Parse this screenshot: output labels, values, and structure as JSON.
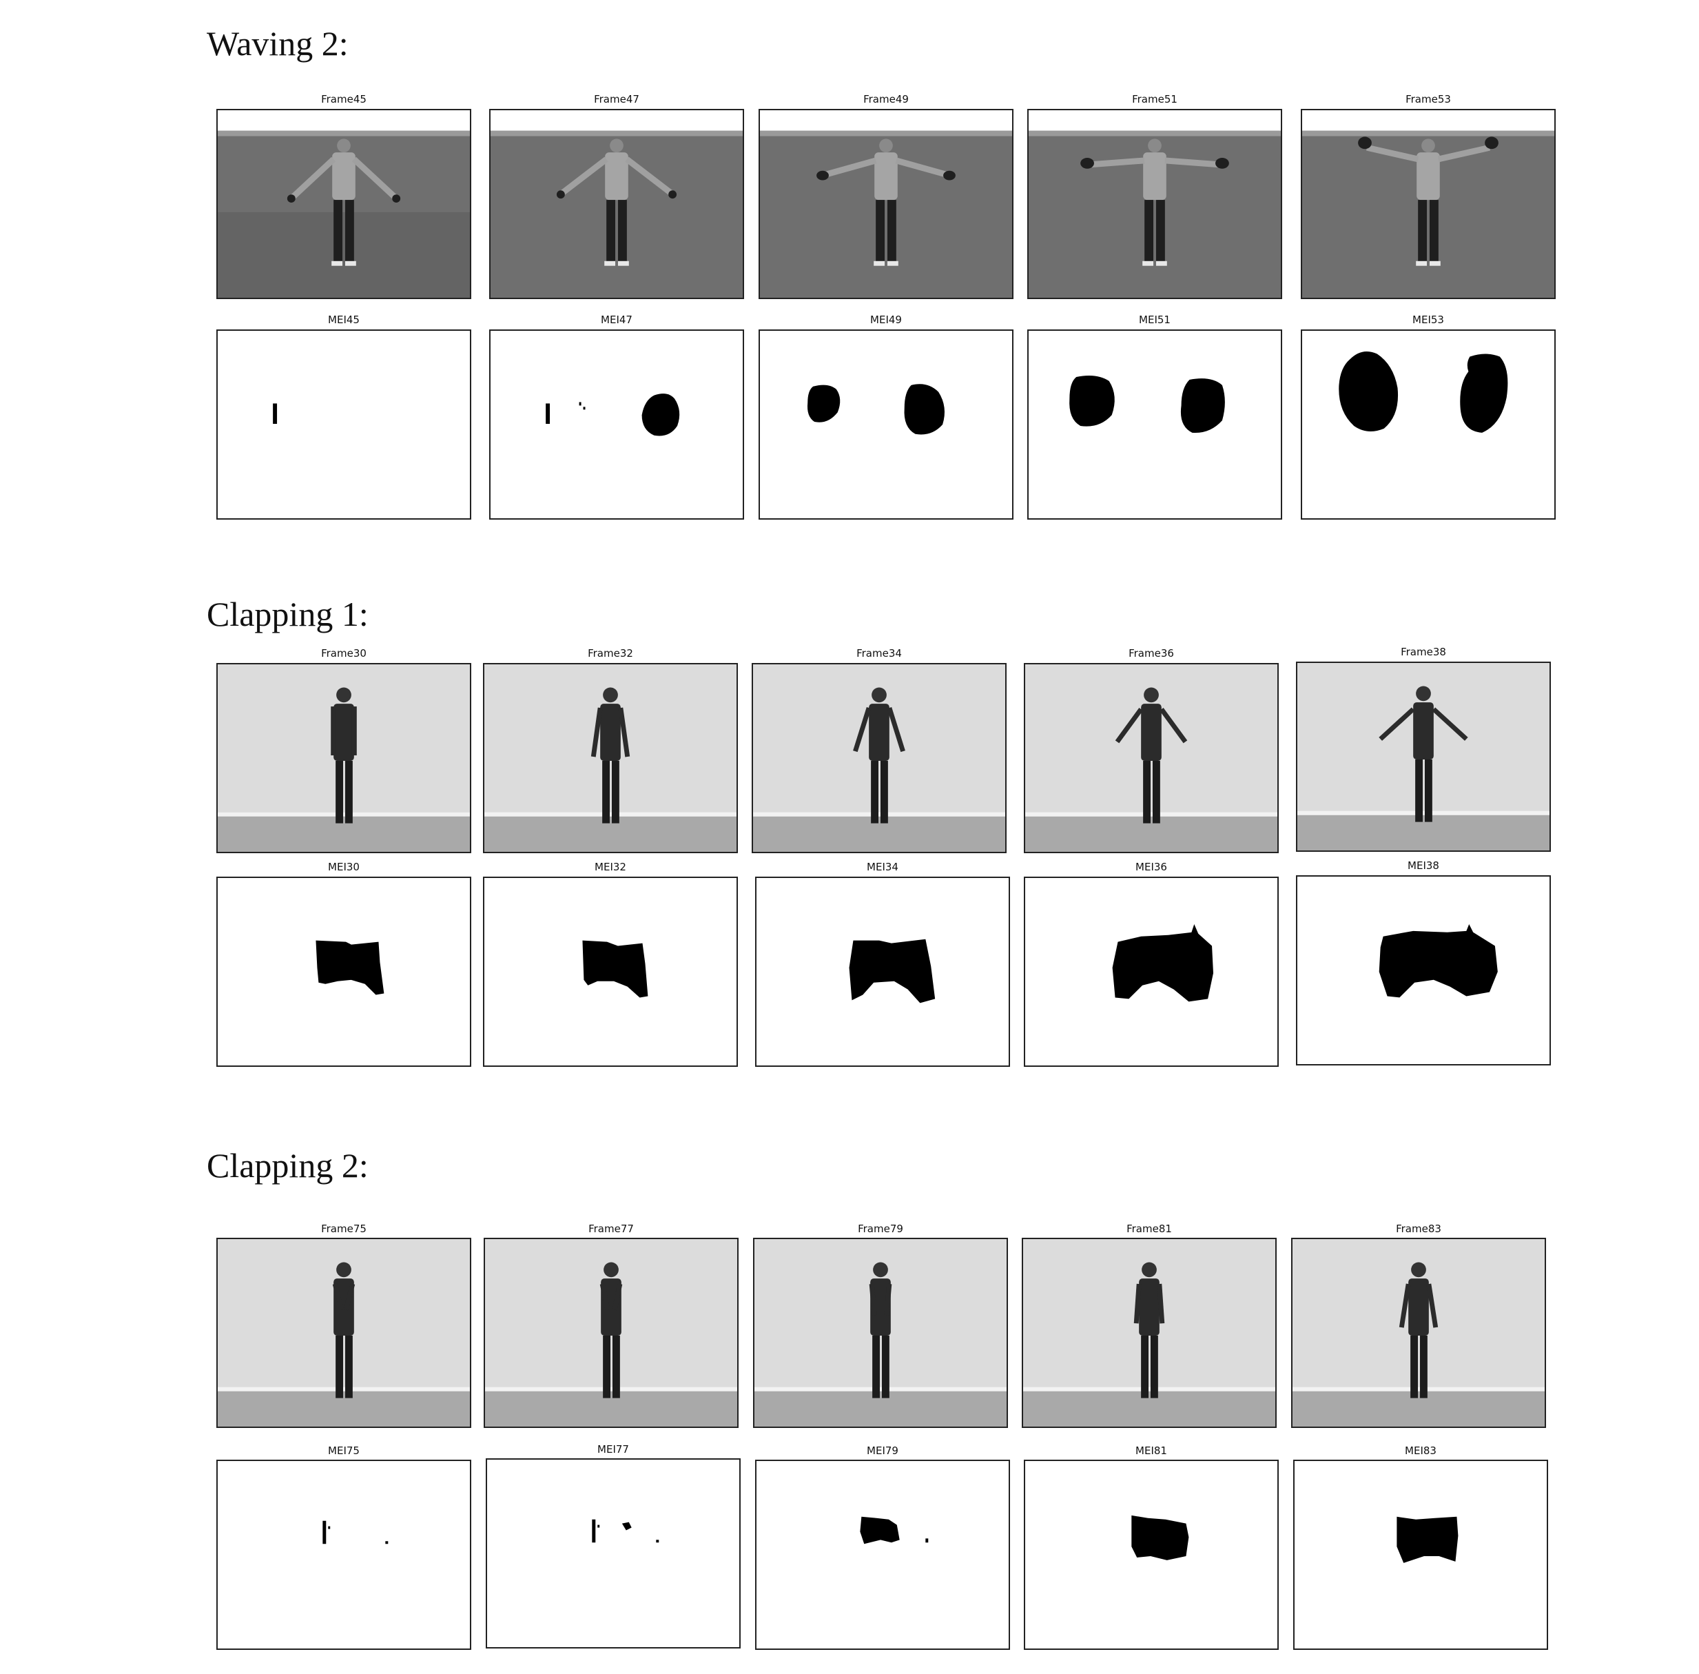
{
  "sections": [
    {
      "title": "Waving 2:",
      "frames": [
        {
          "label": "Frame45",
          "pose": "wave-low"
        },
        {
          "label": "Frame47",
          "pose": "wave-low"
        },
        {
          "label": "Frame49",
          "pose": "wave-mid"
        },
        {
          "label": "Frame51",
          "pose": "wave-mid-high"
        },
        {
          "label": "Frame53",
          "pose": "wave-high"
        }
      ],
      "meis": [
        {
          "label": "MEI45"
        },
        {
          "label": "MEI47"
        },
        {
          "label": "MEI49"
        },
        {
          "label": "MEI51"
        },
        {
          "label": "MEI53"
        }
      ]
    },
    {
      "title": "Clapping 1:",
      "frames": [
        {
          "label": "Frame30"
        },
        {
          "label": "Frame32"
        },
        {
          "label": "Frame34"
        },
        {
          "label": "Frame36"
        },
        {
          "label": "Frame38"
        }
      ],
      "meis": [
        {
          "label": "MEI30"
        },
        {
          "label": "MEI32"
        },
        {
          "label": "MEI34"
        },
        {
          "label": "MEI36"
        },
        {
          "label": "MEI38"
        }
      ]
    },
    {
      "title": "Clapping 2:",
      "frames": [
        {
          "label": "Frame75"
        },
        {
          "label": "Frame77"
        },
        {
          "label": "Frame79"
        },
        {
          "label": "Frame81"
        },
        {
          "label": "Frame83"
        }
      ],
      "meis": [
        {
          "label": "MEI75"
        },
        {
          "label": "MEI77"
        },
        {
          "label": "MEI79"
        },
        {
          "label": "MEI81"
        },
        {
          "label": "MEI83"
        }
      ]
    }
  ]
}
